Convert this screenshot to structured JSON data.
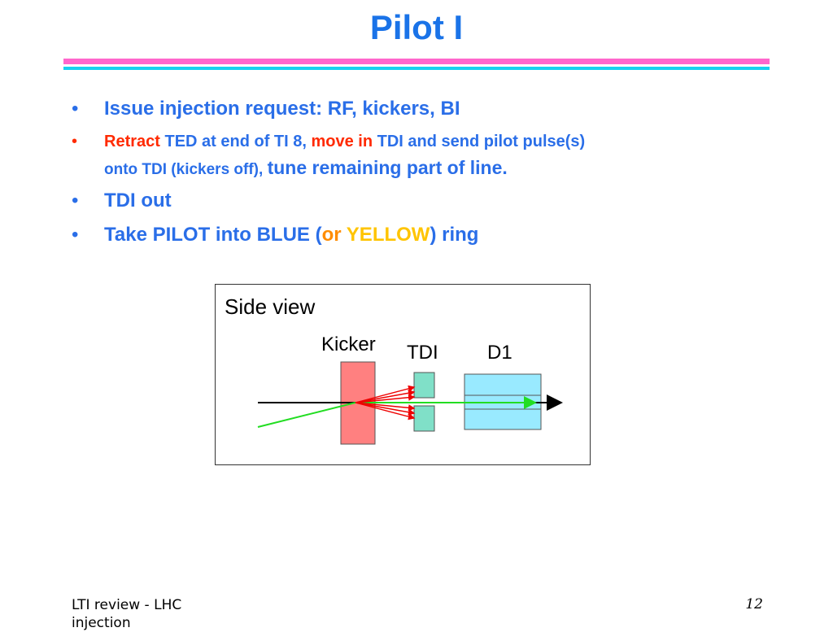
{
  "slide": {
    "title": "Pilot I",
    "bullets": {
      "b1": "Issue injection request: RF, kickers, BI",
      "b2": {
        "retract": "Retract",
        "part1": " TED at end of TI 8, ",
        "move_in": "move in",
        "part2": " TDI and send pilot pulse(s)",
        "part3": "onto TDI (kickers off), ",
        "part4": " tune remaining part of line."
      },
      "b3": "TDI out",
      "b4": {
        "part1": "Take PILOT into BLUE (",
        "or": "or",
        "yellow": "YELLOW",
        "part2": ") ring"
      }
    },
    "diagram": {
      "title": "Side view",
      "kicker": "Kicker",
      "tdi": "TDI",
      "d1": "D1"
    },
    "footer": {
      "left": "LTI review - LHC injection",
      "page": "12"
    },
    "colors": {
      "title": "#1a73e8",
      "text": "#2a6ee8",
      "highlight_red": "#ff2a00",
      "highlight_yellow": "#ffc400",
      "rule_pink": "#ff66cc",
      "rule_cyan": "#18d0f0",
      "kicker": "#ff8080",
      "tdi": "#80e0c8",
      "d1": "#99eaff"
    }
  }
}
